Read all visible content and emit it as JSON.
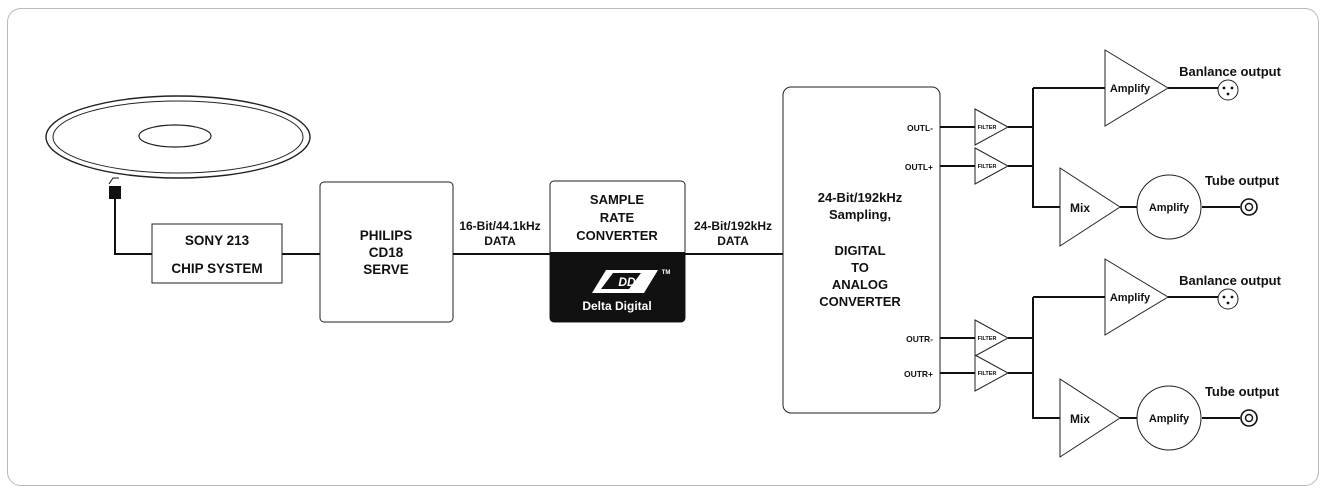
{
  "sony": {
    "line1": "SONY  213",
    "line2": "CHIP SYSTEM"
  },
  "philips": {
    "line1": "PHILIPS",
    "line2": "CD18",
    "line3": "SERVE"
  },
  "link1": {
    "line1": "16-Bit/44.1kHz",
    "line2": "DATA"
  },
  "src": {
    "line1": "SAMPLE",
    "line2": "RATE",
    "line3": "CONVERTER"
  },
  "logo": {
    "text": "Delta Digital",
    "mark": "DD",
    "tm": "TM"
  },
  "link2": {
    "line1": "24-Bit/192kHz",
    "line2": "DATA"
  },
  "dac": {
    "line1": "24-Bit/192kHz",
    "line2": "Sampling,",
    "line3": "DIGITAL",
    "line4": "TO",
    "line5": "ANALOG",
    "line6": "CONVERTER"
  },
  "ports": {
    "outl_minus": "OUTL-",
    "outl_plus": "OUTL+",
    "outr_minus": "OUTR-",
    "outr_plus": "OUTR+"
  },
  "filter_label": "FILTER",
  "amplify_label": "Amplify",
  "mix_label": "Mix",
  "balance_output": "Banlance output",
  "tube_output": "Tube output",
  "colors": {
    "line": "#111111",
    "logo_bg": "#111111",
    "frame": "#b8b8b8"
  }
}
